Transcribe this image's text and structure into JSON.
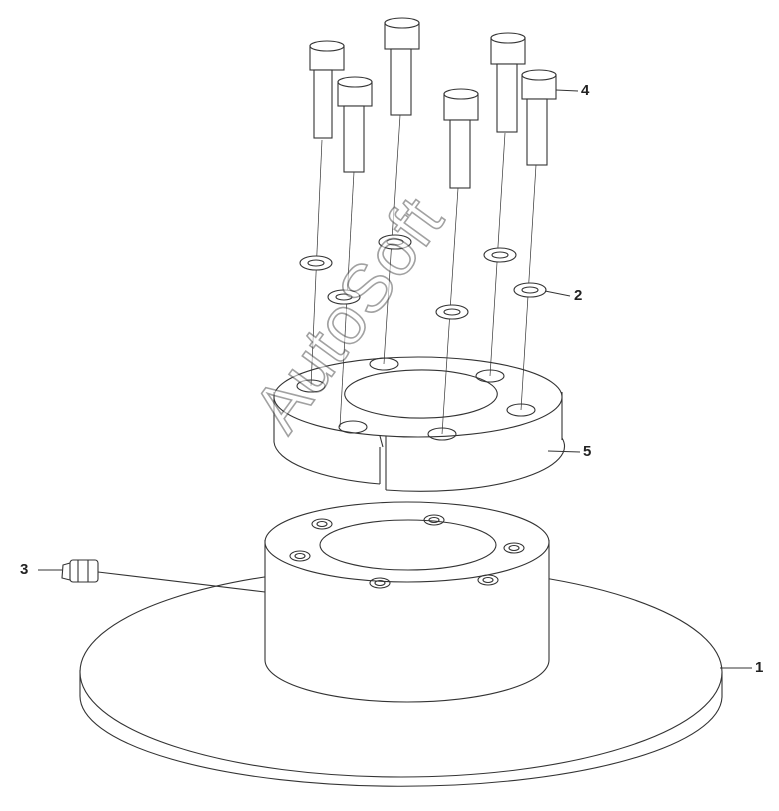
{
  "watermark": "AutoSoft",
  "callouts": [
    {
      "id": "1",
      "text": "1"
    },
    {
      "id": "2",
      "text": "2"
    },
    {
      "id": "3",
      "text": "3"
    },
    {
      "id": "4",
      "text": "4"
    },
    {
      "id": "5",
      "text": "5"
    }
  ],
  "colors": {
    "line": "#333333",
    "fill": "#ffffff",
    "shade": "#f4f4f4"
  },
  "parts": {
    "bolts": 6,
    "washers": 6,
    "flange_holes": 6
  }
}
